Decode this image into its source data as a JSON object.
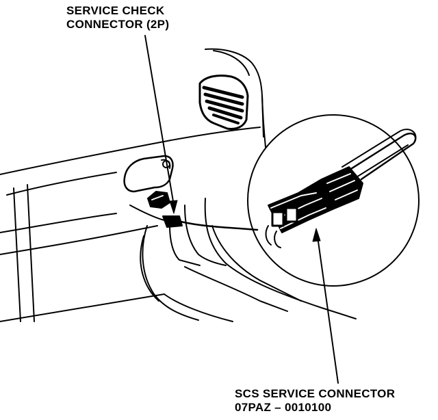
{
  "labels": {
    "service_check_line1": "SERVICE CHECK",
    "service_check_line2": "CONNECTOR (2P)",
    "scs_line1": "SCS SERVICE CONNECTOR",
    "scs_line2": "07PAZ – 0010100"
  },
  "colors": {
    "ink": "#000000",
    "paper": "#ffffff"
  }
}
